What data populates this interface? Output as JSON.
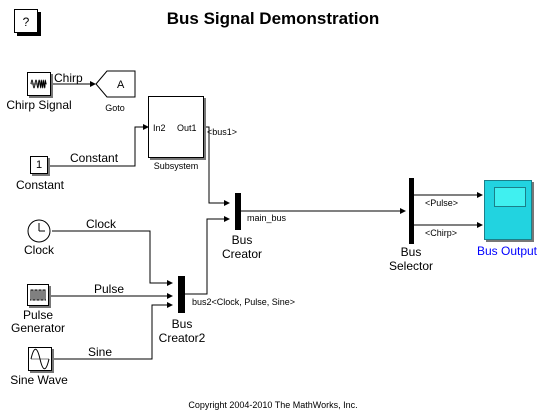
{
  "title": "Bus Signal Demonstration",
  "help_label": "?",
  "copyright": "Copyright 2004-2010 The MathWorks, Inc.",
  "blocks": {
    "chirp": {
      "name": "Chirp Signal"
    },
    "goto": {
      "name": "Goto",
      "tag": "A"
    },
    "constant": {
      "name": "Constant",
      "value": "1"
    },
    "subsystem": {
      "name": "Subsystem",
      "in_port": "In2",
      "out_port": "Out1"
    },
    "clock": {
      "name": "Clock"
    },
    "pulse": {
      "name": "Pulse\nGenerator"
    },
    "sine": {
      "name": "Sine Wave"
    },
    "bus_creator": {
      "name": "Bus\nCreator"
    },
    "bus_creator2": {
      "name": "Bus\nCreator2"
    },
    "bus_selector": {
      "name": "Bus\nSelector"
    },
    "bus_output": {
      "name": "Bus Output"
    }
  },
  "signals": {
    "chirp": "Chirp",
    "constant": "Constant",
    "bus1": "<bus1>",
    "clock": "Clock",
    "pulse": "Pulse",
    "sine": "Sine",
    "bus2": "bus2<Clock, Pulse, Sine>",
    "main_bus": "main_bus",
    "sel_pulse": "<Pulse>",
    "sel_chirp": "<Chirp>"
  },
  "colors": {
    "scope_fill": "#22d3e0",
    "scope_label": "#0000ff"
  }
}
